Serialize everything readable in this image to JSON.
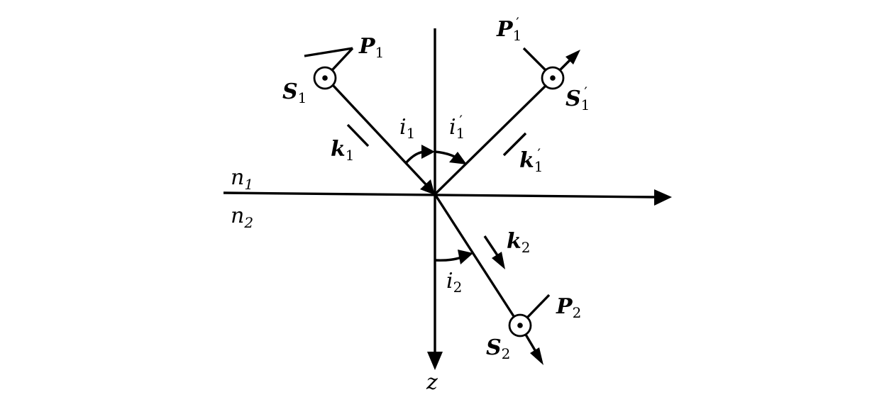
{
  "labels": {
    "n1": {
      "sym": "n",
      "sub": "1"
    },
    "n2": {
      "sym": "n",
      "sub": "2"
    },
    "z": {
      "sym": "z"
    },
    "P1": {
      "sym": "P",
      "sub": "1"
    },
    "P1p": {
      "sym": "P",
      "sub": "1",
      "sup": "′"
    },
    "S1": {
      "sym": "S",
      "sub": "1"
    },
    "S1p": {
      "sym": "S",
      "sub": "1",
      "sup": "′"
    },
    "k1": {
      "sym": "k",
      "sub": "1"
    },
    "k1p": {
      "sym": "k",
      "sub": "1",
      "sup": "′"
    },
    "k2": {
      "sym": "k",
      "sub": "2"
    },
    "i1": {
      "sym": "i",
      "sub": "1"
    },
    "i1p": {
      "sym": "i",
      "sub": "1",
      "sup": "′"
    },
    "i2": {
      "sym": "i",
      "sub": "2"
    },
    "P2": {
      "sym": "P",
      "sub": "2"
    },
    "S2": {
      "sym": "S",
      "sub": "2"
    }
  },
  "colors": {
    "ink": "#000000",
    "background": "#ffffff"
  }
}
